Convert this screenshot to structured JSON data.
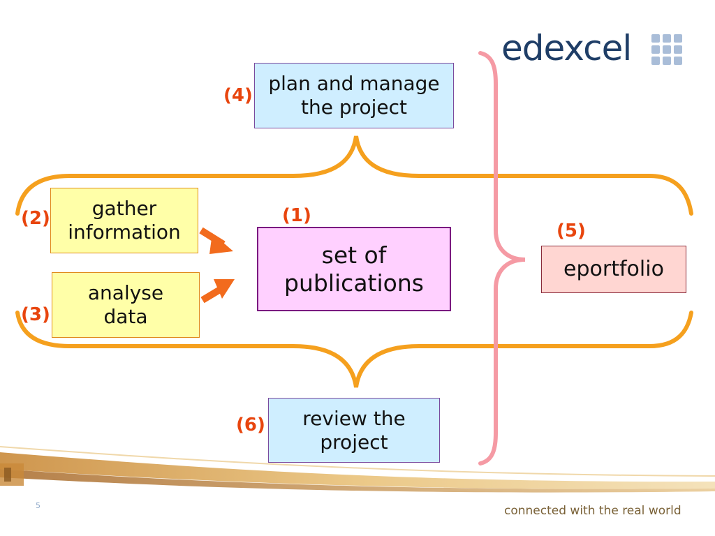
{
  "logo": {
    "text": "edexcel"
  },
  "tagline": "connected with the real world",
  "slide_number": "5",
  "boxes": {
    "plan": {
      "number": "(4)",
      "line1": "plan and manage",
      "line2": "the project"
    },
    "set": {
      "number": "(1)",
      "line1": "set of",
      "line2": "publications"
    },
    "gather": {
      "number": "(2)",
      "line1": "gather",
      "line2": "information"
    },
    "analyse": {
      "number": "(3)",
      "line1": "analyse",
      "line2": "data"
    },
    "eportfolio": {
      "number": "(5)",
      "line1": "eportfolio"
    },
    "review": {
      "number": "(6)",
      "line1": "review the",
      "line2": "project"
    }
  },
  "colors": {
    "orange_brace": "#f5a01e",
    "pink_brace": "#f59aa4",
    "arrow": "#f26b1d",
    "number_red": "#e8450e",
    "logo_navy": "#1f3e67",
    "logo_grid": "#a9bdd8"
  }
}
